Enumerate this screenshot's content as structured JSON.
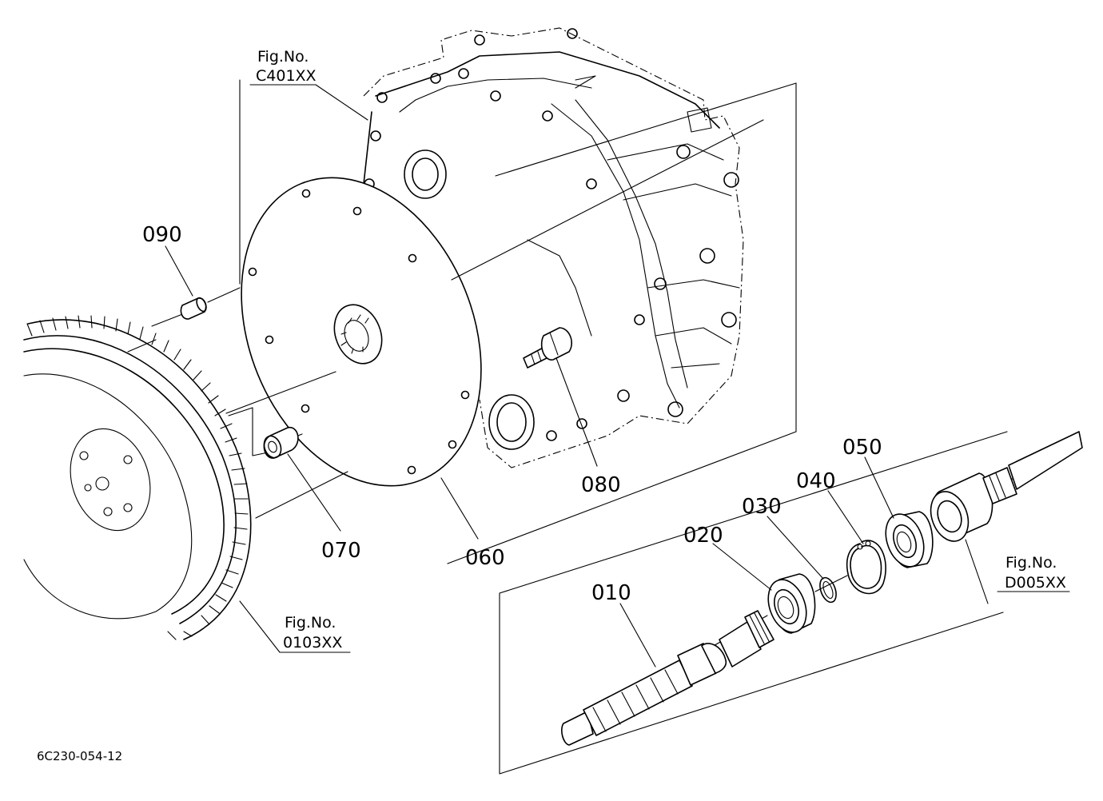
{
  "diagram": {
    "drawing_code": "6C230-054-12",
    "parts": [
      {
        "id": "p010",
        "number": "010"
      },
      {
        "id": "p020",
        "number": "020"
      },
      {
        "id": "p030",
        "number": "030"
      },
      {
        "id": "p040",
        "number": "040"
      },
      {
        "id": "p050",
        "number": "050"
      },
      {
        "id": "p060",
        "number": "060"
      },
      {
        "id": "p070",
        "number": "070"
      },
      {
        "id": "p080",
        "number": "080"
      },
      {
        "id": "p090",
        "number": "090"
      }
    ],
    "figure_refs": [
      {
        "id": "ref-c401",
        "label": "Fig.No.",
        "code": "C401XX"
      },
      {
        "id": "ref-0103",
        "label": "Fig.No.",
        "code": "0103XX"
      },
      {
        "id": "ref-d005",
        "label": "Fig.No.",
        "code": "D005XX"
      }
    ]
  }
}
